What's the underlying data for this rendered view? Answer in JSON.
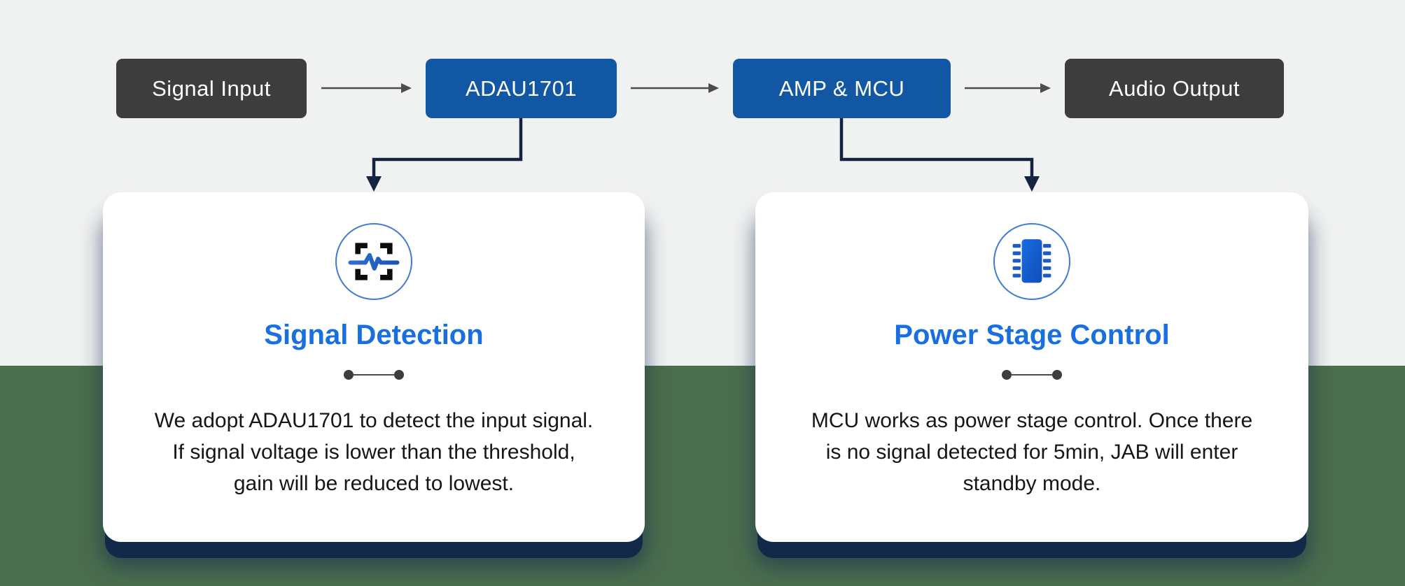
{
  "flow": {
    "nodes": [
      {
        "id": "signal-input",
        "label": "Signal Input",
        "variant": "dark"
      },
      {
        "id": "adau1701",
        "label": "ADAU1701",
        "variant": "blue"
      },
      {
        "id": "amp-mcu",
        "label": "AMP & MCU",
        "variant": "blue"
      },
      {
        "id": "audio-output",
        "label": "Audio Output",
        "variant": "dark"
      }
    ]
  },
  "cards": [
    {
      "icon": "waveform-scan-icon",
      "title": "Signal Detection",
      "lines": [
        "We adopt ADAU1701 to detect the input signal.",
        "If signal voltage is lower than the threshold,",
        "gain will be reduced to lowest."
      ]
    },
    {
      "icon": "chip-icon",
      "title": "Power Stage Control",
      "lines": [
        "MCU works as power stage control. Once there",
        "is no signal detected for 5min, JAB will enter",
        "standby mode."
      ]
    }
  ],
  "colors": {
    "node_dark": "#3d3d3d",
    "node_blue": "#1257a3",
    "title_blue": "#1a6fe0",
    "background_top": "#f0f1f1",
    "background_bottom": "#4b6e4e",
    "connector_navy": "#14233f",
    "card_shadow_navy": "#12294a",
    "arrow_gray": "#4c4c4c",
    "icon_circle_blue": "#3f7ad6"
  }
}
